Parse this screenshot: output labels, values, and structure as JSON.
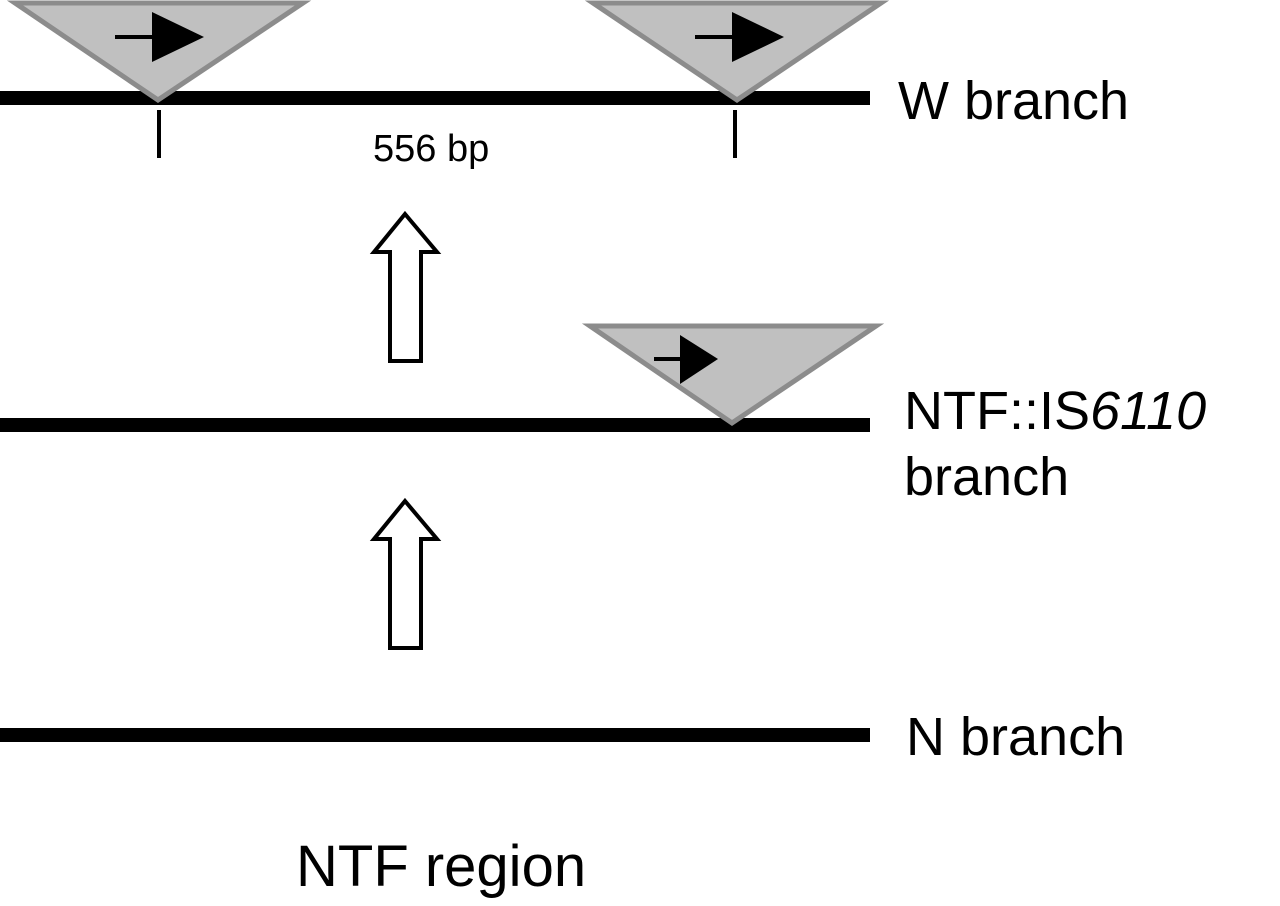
{
  "branches": [
    {
      "id": "w",
      "label": "W branch",
      "insertions": 2
    },
    {
      "id": "ntf",
      "label_prefix": "NTF::IS",
      "label_italic": "6110",
      "label_line2": "branch",
      "insertions": 1
    },
    {
      "id": "n",
      "label": "N branch",
      "insertions": 0
    }
  ],
  "distance_label": "556 bp",
  "region_label": "NTF region",
  "colors": {
    "line": "#000000",
    "insertion_fill": "#c0c0c0",
    "insertion_stroke": "#8c8c8c",
    "arrow_fill": "#ffffff"
  }
}
